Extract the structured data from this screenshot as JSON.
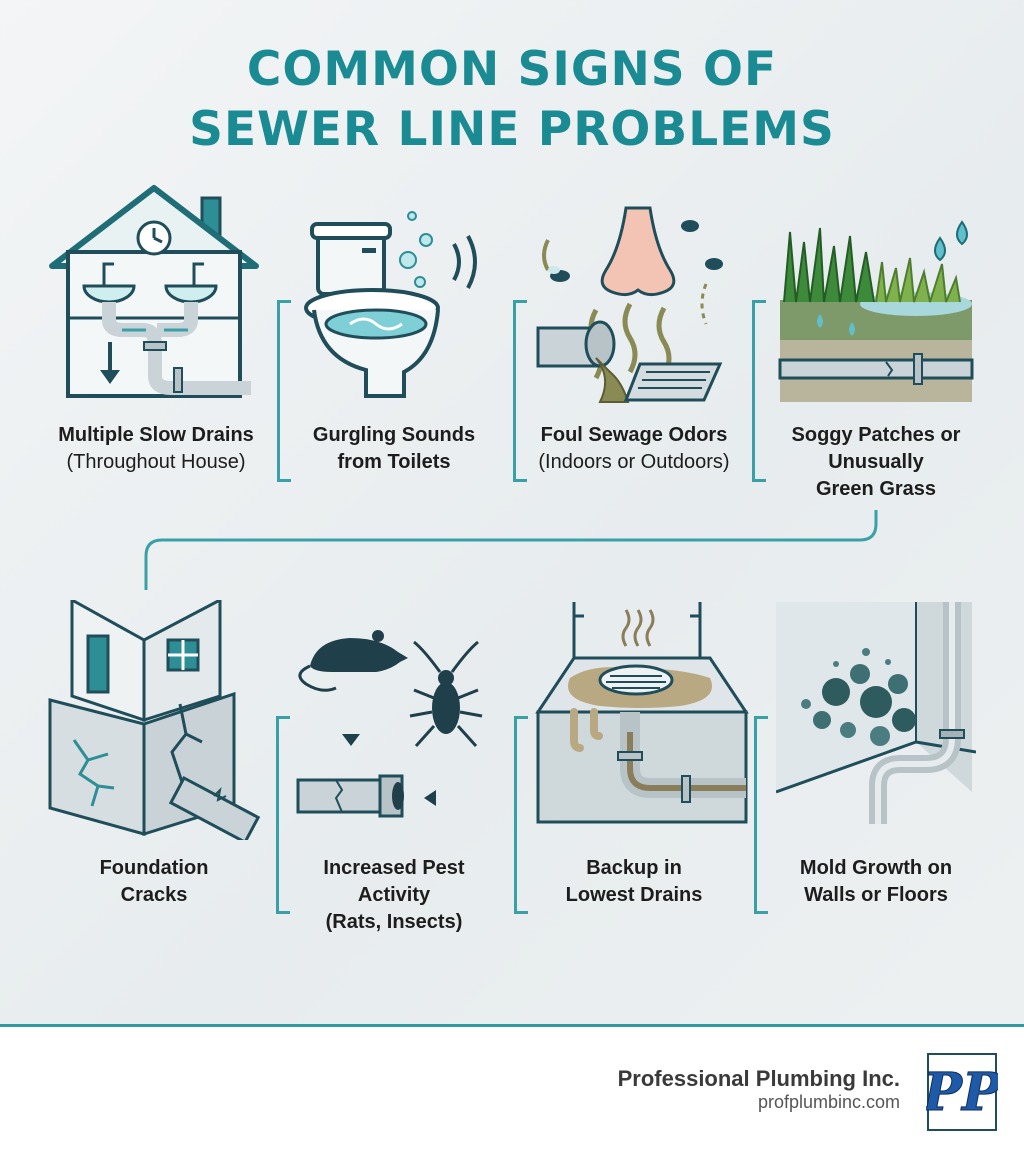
{
  "title": {
    "line1": "COMMON SIGNS OF",
    "line2": "SEWER LINE PROBLEMS"
  },
  "signs": [
    {
      "line1": "Multiple Slow Drains",
      "line2": "(Throughout House)",
      "line3": "",
      "icon": "house-sinks-icon"
    },
    {
      "line1": "Gurgling Sounds",
      "line2": "from Toilets",
      "line3": "",
      "icon": "toilet-icon"
    },
    {
      "line1": "Foul Sewage Odors",
      "line2": "(Indoors or Outdoors)",
      "line3": "",
      "icon": "nose-odor-icon"
    },
    {
      "line1": "Soggy Patches or",
      "line2": "Unusually",
      "line3": "Green Grass",
      "icon": "grass-pipe-icon"
    },
    {
      "line1": "Foundation",
      "line2": "Cracks",
      "line3": "",
      "icon": "cracked-foundation-icon"
    },
    {
      "line1": "Increased Pest",
      "line2": "Activity",
      "line3": "(Rats, Insects)",
      "icon": "pests-icon"
    },
    {
      "line1": "Backup in",
      "line2": "Lowest Drains",
      "line3": "",
      "icon": "floor-drain-backup-icon"
    },
    {
      "line1": "Mold Growth on",
      "line2": "Walls or Floors",
      "line3": "",
      "icon": "mold-wall-icon"
    }
  ],
  "footer": {
    "company": "Professional Plumbing Inc.",
    "url": "profplumbinc.com",
    "logo_text": "PP"
  },
  "colors": {
    "teal": "#1a8a93",
    "accent": "#3aa0a8",
    "pipe": "#c9d3d8",
    "dark": "#1f4e5a"
  }
}
